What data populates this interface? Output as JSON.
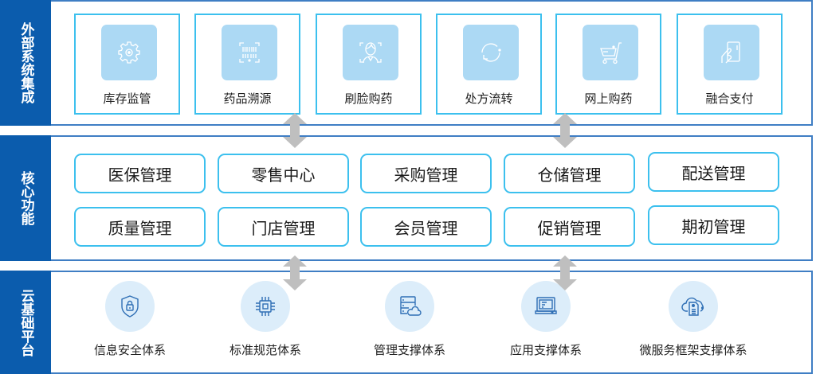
{
  "layers": {
    "external": {
      "title": "外部系统集成",
      "items": [
        {
          "label": "库存监管",
          "icon": "gear-icon"
        },
        {
          "label": "药品溯源",
          "icon": "barcode-scan-icon"
        },
        {
          "label": "刷脸购药",
          "icon": "face-scan-icon"
        },
        {
          "label": "处方流转",
          "icon": "refresh-cycle-icon"
        },
        {
          "label": "网上购药",
          "icon": "shopping-cart-icon"
        },
        {
          "label": "融合支付",
          "icon": "mobile-payment-icon"
        }
      ]
    },
    "core": {
      "title": "核心功能",
      "items": [
        {
          "label": "医保管理"
        },
        {
          "label": "零售中心"
        },
        {
          "label": "采购管理"
        },
        {
          "label": "仓储管理"
        },
        {
          "label": "配送管理"
        },
        {
          "label": "质量管理"
        },
        {
          "label": "门店管理"
        },
        {
          "label": "会员管理"
        },
        {
          "label": "促销管理"
        },
        {
          "label": "期初管理"
        }
      ]
    },
    "base": {
      "title": "云基础平台",
      "items": [
        {
          "label": "信息安全体系",
          "icon": "shield-lock-icon"
        },
        {
          "label": "标准规范体系",
          "icon": "chip-icon"
        },
        {
          "label": "管理支撑体系",
          "icon": "server-cloud-icon"
        },
        {
          "label": "应用支撑体系",
          "icon": "laptop-icon"
        },
        {
          "label": "微服务框架支撑体系",
          "icon": "cloud-document-icon"
        }
      ]
    }
  },
  "colors": {
    "label_bar": "#0b5cad",
    "panel_border": "#3f7ec4",
    "card_border": "#3cc0ee",
    "icon_tile": "#acd9f4",
    "base_circle": "#dcedfa",
    "arrow": "#bfbfbf"
  }
}
